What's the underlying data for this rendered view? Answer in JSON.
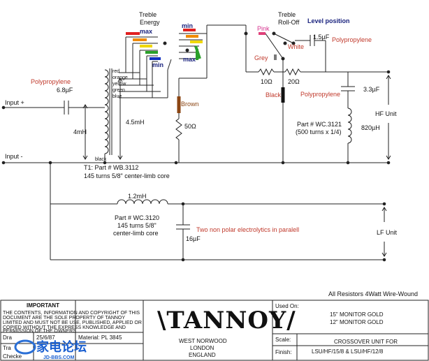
{
  "labels": {
    "treble_energy": [
      "Treble",
      "Energy"
    ],
    "treble_rolloff": [
      "Treble",
      "Roll-Off"
    ],
    "level_position": "Level position",
    "max_a": "max",
    "min_a": "min",
    "min_b": "min",
    "max_b": "max",
    "pink": "Pink",
    "grey": "Grey",
    "white": "White",
    "black_mid": "Black",
    "brown": "Brown",
    "poly_left": "Polypropylene",
    "poly_top_right": "Polypropylene",
    "poly_mid_right": "Polypropylene",
    "input_plus": "Input +",
    "input_minus": "Input -",
    "cap_68": "6.8µF",
    "ind_4": "4mH",
    "ind_45": "4.5mH",
    "res_50": "50Ω",
    "res_10": "10Ω",
    "res_20": "20Ω",
    "cap_15": "1.5µF",
    "cap_33": "3.3µF",
    "ind_820": "820µH",
    "part_wc3121": [
      "Part # WC.3121",
      "(500 turns x 1/4)"
    ],
    "hf_unit": "HF Unit",
    "t1_part": [
      "T1: Part # WB.3112",
      "145 turns 5/8\" center-limb core"
    ],
    "tap_names": [
      "red",
      "orange",
      "yellow",
      "green",
      "blue"
    ],
    "tap_black": "black",
    "ind_12": "1.2mH",
    "part_wc3120": [
      "Part # WC.3120",
      "145 turns 5/8\"",
      "center-limb core"
    ],
    "two_electrolytics": "Two non polar electrolytics in paralell",
    "cap_16": "16µF",
    "lf_unit": "LF Unit",
    "all_resistors": "All Resistors 4Watt Wire-Wound"
  },
  "title_block": {
    "important_heading": "IMPORTANT",
    "important_text": [
      "THE CONTENTS, INFORMATION AND COPYRIGHT OF THIS",
      "DOCUMENT ARE THE SOLE PROPERTY OF TANNOY",
      "LIMITED AND MUST NOT BE USE, PUBLISHED, APPLIED OR",
      "COPIED WITHOUT THE EXPRESS KNOWLEDGE AND",
      "PERMISSION OF THE OWNERS"
    ],
    "date_label": "Dra",
    "date_value": "25/6/87",
    "tr_label": "Tra",
    "ch_label": "Checke",
    "material": "Material: PL 3845",
    "logo": "\\TANNOY/",
    "address": [
      "WEST NORWOOD",
      "LONDON",
      "ENGLAND"
    ],
    "used_on_label": "Used On:",
    "used_on": [
      "15\" MONITOR GOLD",
      "12\" MONITOR GOLD"
    ],
    "scale_label": "Scale:",
    "finish_label": "Finish:",
    "title": [
      "CROSSOVER UNIT FOR",
      "LSU/HF/15/8  &  LSU/HF/12/8"
    ]
  },
  "watermark": {
    "cn": "家电论坛",
    "url": "JD-BBS.COM"
  },
  "colors": {
    "red": "#e02020",
    "orange": "#f08a00",
    "yellow": "#f0d800",
    "green": "#2aa02a",
    "blue": "#1030c0",
    "brown": "#8b4513",
    "pink": "#e0407a",
    "grey": "#7a7a7a",
    "black": "#111111"
  }
}
